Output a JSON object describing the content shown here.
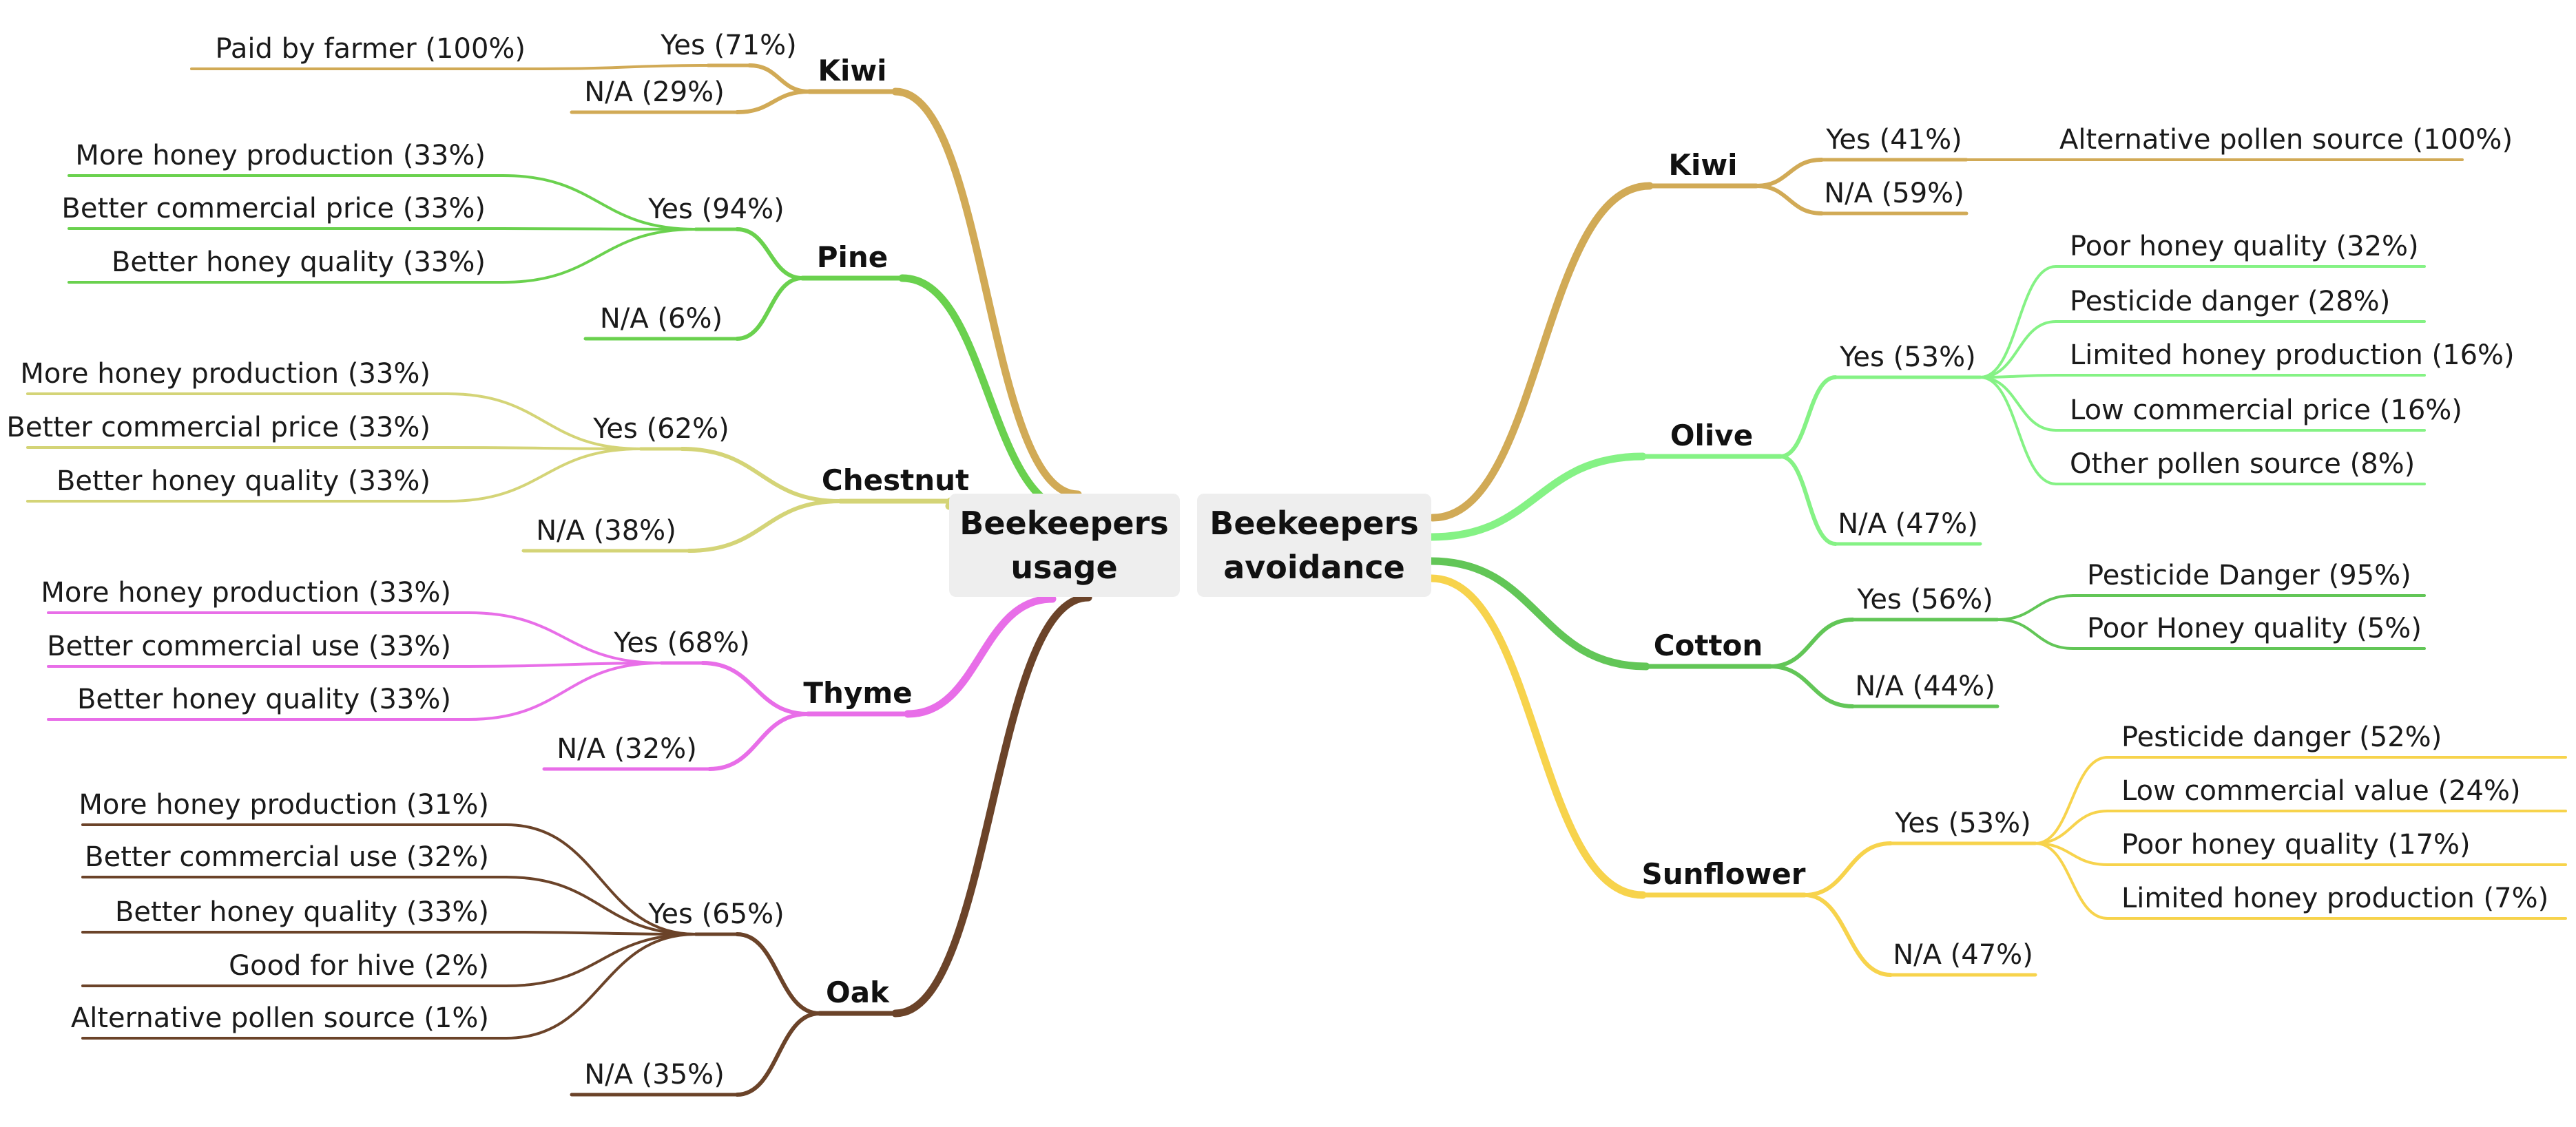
{
  "roots": {
    "usage": {
      "lines": [
        "Beekeepers",
        "usage"
      ]
    },
    "avoidance": {
      "lines": [
        "Beekeepers",
        "avoidance"
      ]
    }
  },
  "usage_branches": [
    {
      "name": "Kiwi",
      "color": "#d1aa56",
      "yes": {
        "label": "Yes (71%)",
        "reasons": [
          "Paid by farmer (100%)"
        ]
      },
      "na": "N/A (29%)"
    },
    {
      "name": "Pine",
      "color": "#6ad14e",
      "yes": {
        "label": "Yes (94%)",
        "reasons": [
          "More honey production (33%)",
          "Better commercial price (33%)",
          "Better honey quality (33%)"
        ]
      },
      "na": "N/A (6%)"
    },
    {
      "name": "Chestnut",
      "color": "#d4d477",
      "yes": {
        "label": "Yes (62%)",
        "reasons": [
          "More honey production (33%)",
          "Better commercial price (33%)",
          "Better honey quality (33%)"
        ]
      },
      "na": "N/A (38%)"
    },
    {
      "name": "Thyme",
      "color": "#e86ee8",
      "yes": {
        "label": "Yes (68%)",
        "reasons": [
          "More honey production (33%)",
          "Better commercial use (33%)",
          "Better honey quality (33%)"
        ]
      },
      "na": "N/A (32%)"
    },
    {
      "name": "Oak",
      "color": "#6b4329",
      "yes": {
        "label": "Yes (65%)",
        "reasons": [
          "More honey production (31%)",
          "Better commercial use (32%)",
          "Better honey quality (33%)",
          "Good for hive (2%)",
          "Alternative pollen source (1%)"
        ]
      },
      "na": "N/A (35%)"
    }
  ],
  "avoidance_branches": [
    {
      "name": "Kiwi",
      "color": "#d1aa56",
      "yes": {
        "label": "Yes (41%)",
        "reasons": [
          "Alternative pollen source (100%)"
        ]
      },
      "na": "N/A (59%)"
    },
    {
      "name": "Olive",
      "color": "#85f285",
      "yes": {
        "label": "Yes (53%)",
        "reasons": [
          "Poor honey quality (32%)",
          "Pesticide danger (28%)",
          "Limited honey production (16%)",
          "Low commercial price (16%)",
          "Other pollen source (8%)"
        ]
      },
      "na": "N/A (47%)"
    },
    {
      "name": "Cotton",
      "color": "#62c657",
      "yes": {
        "label": "Yes (56%)",
        "reasons": [
          "Pesticide Danger (95%)",
          "Poor Honey quality (5%)"
        ]
      },
      "na": "N/A (44%)"
    },
    {
      "name": "Sunflower",
      "color": "#f7d34c",
      "yes": {
        "label": "Yes (53%)",
        "reasons": [
          "Pesticide danger (52%)",
          "Low commercial value (24%)",
          "Poor honey quality (17%)",
          "Limited honey production (7%)"
        ]
      },
      "na": "N/A (47%)"
    }
  ]
}
